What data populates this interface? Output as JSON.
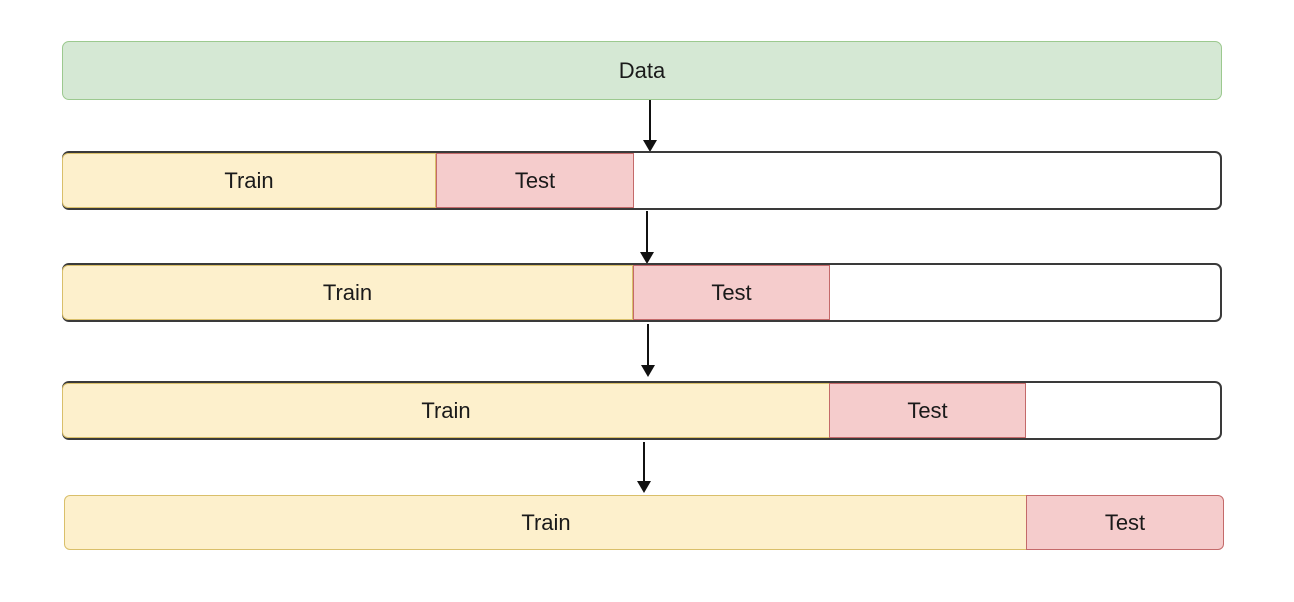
{
  "data_label": "Data",
  "rows": [
    {
      "train": "Train",
      "test": "Test"
    },
    {
      "train": "Train",
      "test": "Test"
    },
    {
      "train": "Train",
      "test": "Test"
    },
    {
      "train": "Train",
      "test": "Test"
    }
  ],
  "colors": {
    "data_fill": "#d5e8d4",
    "train_fill": "#fdf0cc",
    "test_fill": "#f5cccc"
  }
}
